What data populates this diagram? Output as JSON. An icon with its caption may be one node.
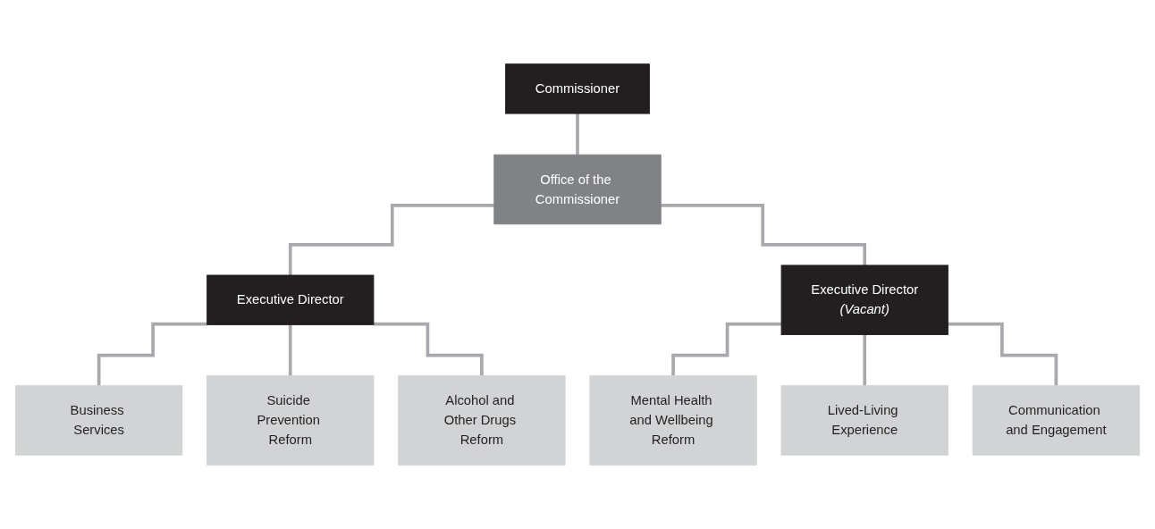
{
  "diagram": {
    "nodes": [
      {
        "text": [
          "Commissioner"
        ]
      },
      {
        "text": [
          "Office of the Commissioner"
        ]
      },
      {
        "text": [
          "Executive Director"
        ]
      },
      {
        "text": [
          "Executive Director",
          "(Vacant)"
        ]
      },
      {
        "text": [
          "Business Services"
        ]
      },
      {
        "text": [
          "Suicide Prevention Reform"
        ]
      },
      {
        "text": [
          "Alcohol and Other Drugs Reform"
        ]
      },
      {
        "text": [
          "Mental Health and Wellbeing Reform"
        ]
      },
      {
        "text": [
          "Lived-Living Experience"
        ]
      },
      {
        "text": [
          "Communication and Engagement"
        ]
      }
    ],
    "edges": [
      {
        "from": 0,
        "to": 1,
        "arrow": "none"
      },
      {
        "from": 1,
        "to": 2,
        "arrow": "none"
      },
      {
        "from": 1,
        "to": 3,
        "arrow": "none"
      },
      {
        "from": 2,
        "to": 4,
        "arrow": "none"
      },
      {
        "from": 2,
        "to": 5,
        "arrow": "none"
      },
      {
        "from": 2,
        "to": 6,
        "arrow": "none"
      },
      {
        "from": 3,
        "to": 7,
        "arrow": "none"
      },
      {
        "from": 3,
        "to": 8,
        "arrow": "none"
      },
      {
        "from": 3,
        "to": 9,
        "arrow": "none"
      }
    ]
  }
}
